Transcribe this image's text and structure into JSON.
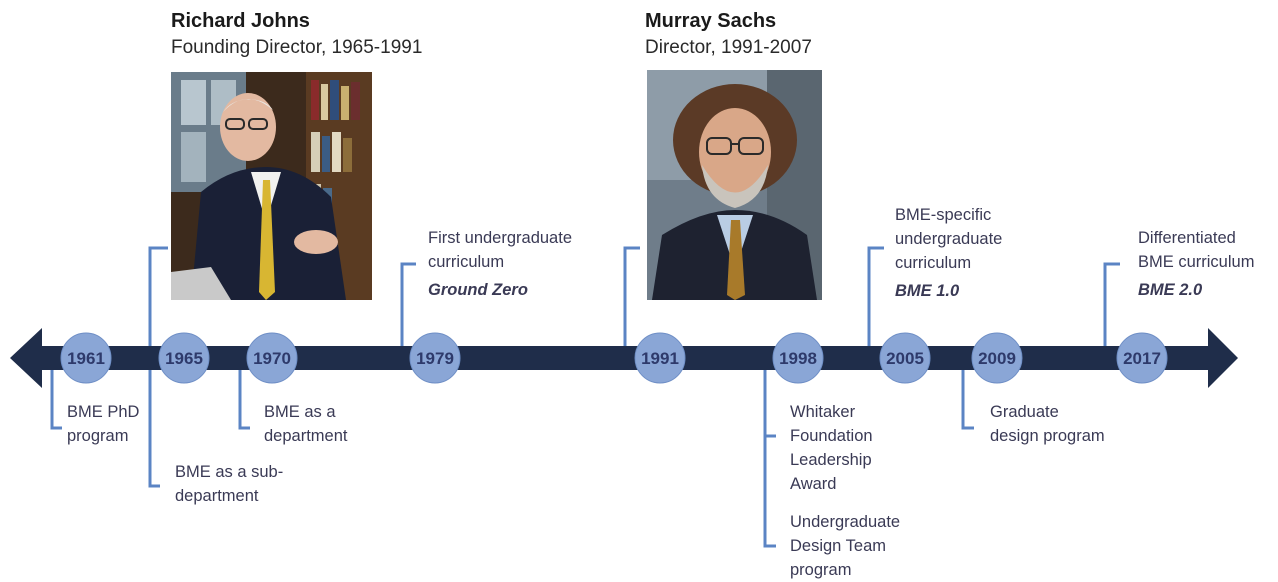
{
  "people": [
    {
      "name": "Richard Johns",
      "role": "Founding Director, 1965-1991",
      "photo": "portrait-richard-johns"
    },
    {
      "name": "Murray Sachs",
      "role": "Director, 1991-2007",
      "photo": "portrait-murray-sachs"
    }
  ],
  "years": [
    "1961",
    "1965",
    "1970",
    "1979",
    "1991",
    "1998",
    "2005",
    "2009",
    "2017"
  ],
  "events": {
    "e1961": {
      "line1": "BME PhD",
      "line2": "program"
    },
    "e1965": {
      "line1": "BME as a sub-",
      "line2": "department"
    },
    "e1970": {
      "line1": "BME as a",
      "line2": "department"
    },
    "e1979": {
      "line1": "First undergraduate",
      "line2": "curriculum",
      "tag": "Ground Zero"
    },
    "e1998a": {
      "line1": "Whitaker",
      "line2": "Foundation",
      "line3": "Leadership",
      "line4": "Award"
    },
    "e1998b": {
      "line1": "Undergraduate",
      "line2": "Design Team",
      "line3": "program"
    },
    "e2005": {
      "line1": "BME-specific",
      "line2": "undergraduate",
      "line3": "curriculum",
      "tag": "BME 1.0"
    },
    "e2009": {
      "line1": "Graduate",
      "line2": "design program"
    },
    "e2017": {
      "line1": "Differentiated",
      "line2": "BME curriculum",
      "tag": "BME 2.0"
    }
  },
  "colors": {
    "arrow": "#1f2d4a",
    "circle": "#8aa6d6",
    "connector": "#5b84c4",
    "year_text": "#2e3a6b"
  }
}
